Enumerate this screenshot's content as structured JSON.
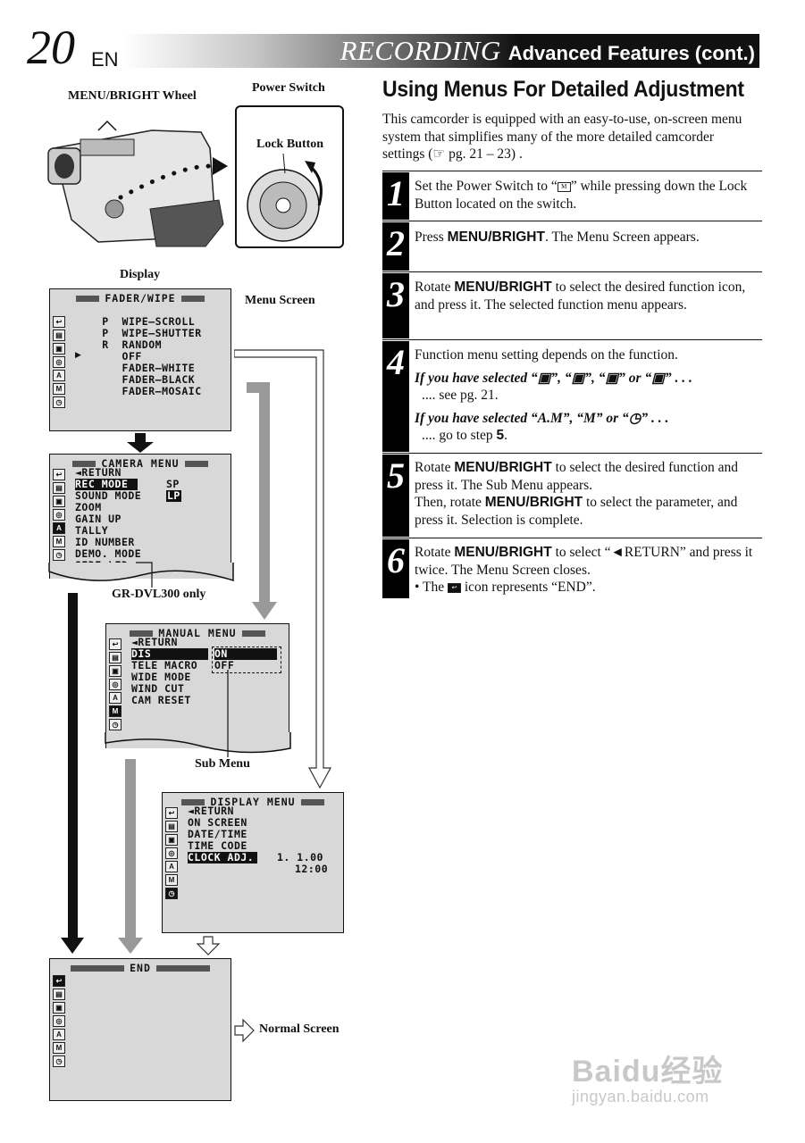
{
  "header": {
    "page_number": "20",
    "lang": "EN",
    "section": "RECORDING",
    "subtitle": "Advanced Features (cont.)"
  },
  "right": {
    "title": "Using Menus For Detailed Adjustment",
    "intro": "This camcorder is equipped with an easy-to-use, on-screen menu system that simplifies many of the more detailed camcorder settings (☞ pg. 21 – 23) .",
    "steps": [
      {
        "num": "1",
        "t1": "Set the Power Switch to “",
        "icon": "M",
        "t2": "” while pressing down the Lock Button located on the switch."
      },
      {
        "num": "2",
        "t1": "Press ",
        "b1": "MENU/BRIGHT",
        "t2": ". The Menu Screen appears."
      },
      {
        "num": "3",
        "t1": "Rotate ",
        "b1": "MENU/BRIGHT",
        "t2": " to select the desired function icon, and press it. The selected function menu appears."
      },
      {
        "num": "4",
        "t1": "Function menu setting depends on the function.",
        "i1": "If you have selected “▣”, “▣”, “▣” or “▣” . . .",
        "t2": ".... see pg. 21.",
        "i2": "If you have selected “A.M”, “M” or “◷” . . .",
        "t3": ".... go to step ",
        "b3": "5",
        "t4": "."
      },
      {
        "num": "5",
        "t1": "Rotate ",
        "b1": "MENU/BRIGHT",
        "t2": " to select the desired function and press it. The Sub Menu appears.",
        "t3": "Then, rotate ",
        "b3": "MENU/BRIGHT",
        "t4": " to select the parameter, and press it. Selection is complete."
      },
      {
        "num": "6",
        "t1": "Rotate ",
        "b1": "MENU/BRIGHT",
        "t2": " to select “◄RETURN” and press it twice. The Menu Screen closes.",
        "t3": "• The ",
        "t4": " icon represents “END”."
      }
    ]
  },
  "labels": {
    "menu_wheel": "MENU/BRIGHT Wheel",
    "power_switch": "Power Switch",
    "lock_button": "Lock Button",
    "display": "Display",
    "menu_screen": "Menu Screen",
    "gr_only": "GR-DVL300 only",
    "sub_menu": "Sub Menu",
    "normal_screen": "Normal Screen"
  },
  "screens": {
    "fader": {
      "title": "FADER/WIPE",
      "lines": [
        "   P  WIPE–SCROLL",
        "   P  WIPE–SHUTTER",
        "   R  RANDOM",
        "      OFF",
        "      FADER–WHITE",
        "      FADER–BLACK",
        "      FADER–MOSAIC"
      ]
    },
    "camera": {
      "title": "CAMERA MENU",
      "lines": [
        "◄RETURN",
        "REC MODE",
        "SOUND MODE",
        "ZOOM",
        "GAIN UP",
        "TALLY",
        "ID NUMBER",
        "DEMO. MODE",
        "SIDE LED"
      ],
      "rec_val": "SP",
      "sound_val": "LP"
    },
    "manual": {
      "title": "MANUAL MENU",
      "lines": [
        "◄RETURN",
        "DIS",
        "TELE MACRO",
        "WIDE MODE",
        "WIND CUT",
        "CAM RESET"
      ],
      "sub_on": "ON",
      "sub_off": "OFF"
    },
    "display": {
      "title": "DISPLAY MENU",
      "lines": [
        "◄RETURN",
        "ON SCREEN",
        "DATE/TIME",
        "TIME CODE",
        "CLOCK ADJ."
      ],
      "date": "1. 1.00",
      "time": "12:00"
    },
    "end": {
      "title": "END"
    }
  },
  "watermark": {
    "brand": "Baidu经验",
    "url": "jingyan.baidu.com"
  }
}
